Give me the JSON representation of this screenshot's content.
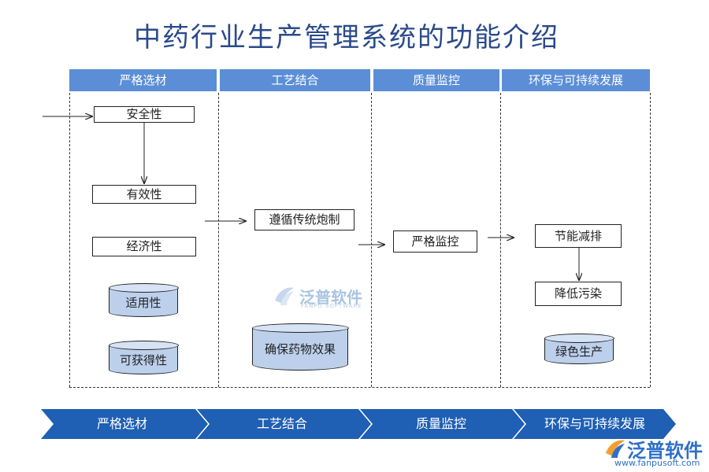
{
  "title": "中药行业生产管理系统的功能介绍",
  "columns": [
    "严格选材",
    "工艺结合",
    "质量监控",
    "环保与可持续发展"
  ],
  "col1": {
    "boxes": [
      "安全性",
      "有效性",
      "经济性"
    ],
    "cylinders": [
      "适用性",
      "可获得性"
    ]
  },
  "col2": {
    "box": "遵循传统炮制",
    "cylinder": "确保药物效果"
  },
  "col3": {
    "box": "严格监控"
  },
  "col4": {
    "boxes": [
      "节能减排",
      "降低污染"
    ],
    "cylinder": "绿色生产"
  },
  "chevrons": [
    "严格选材",
    "工艺结合",
    "质量监控",
    "环保与可持续发展"
  ],
  "watermark": {
    "name": "泛普软件",
    "sub": "FANPU SOFTWARE"
  },
  "logo": {
    "name": "泛普软件",
    "url": "www.fanpusoft.com"
  },
  "colors": {
    "header": "#5b8ed6",
    "chevron": "#1f5fb4",
    "cylinder": "#bcd0ec",
    "title": "#2b4a8a"
  }
}
